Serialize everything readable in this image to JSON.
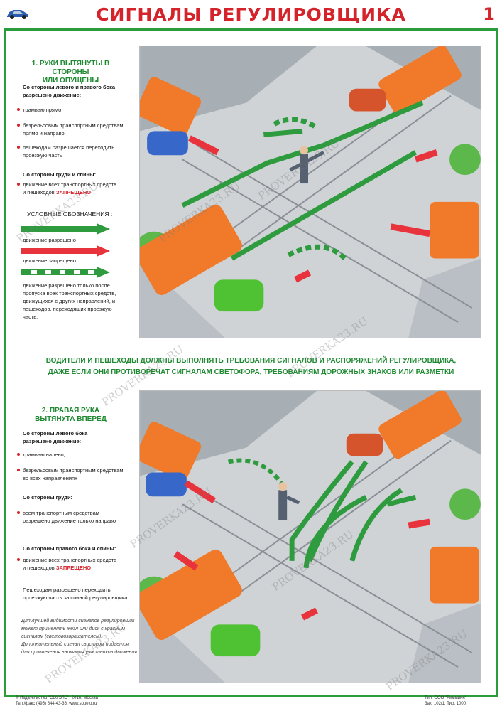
{
  "header": {
    "title": "СИГНАЛЫ РЕГУЛИРОВЩИКА",
    "page_number": "1"
  },
  "section1": {
    "title_line1": "1. РУКИ ВЫТЯНУТЫ В СТОРОНЫ",
    "title_line2": "ИЛИ ОПУЩЕНЫ",
    "side_heading_line1": "Со стороны левого и правого бока",
    "side_heading_line2": "разрешено движение:",
    "side_items": [
      "трамваю прямо;",
      "безрельсовым транспортным средствам",
      "прямо и направо;",
      "пешеходам разрешается переходить",
      "проезжую часть"
    ],
    "chest_heading": "Со стороны груди и спины:",
    "chest_item_line1": "движение всех транспортных средств",
    "chest_item_line2_prefix": "и пешеходов",
    "chest_item_forbidden": "ЗАПРЕЩЕНО"
  },
  "legend": {
    "title": "УСЛОВНЫЕ ОБОЗНАЧЕНИЯ :",
    "allowed": "движение разрешено",
    "forbidden": "движение запрещено",
    "conditional_lines": [
      "движение разрешено только после",
      "пропуска всех транспортных средств,",
      "движущихся с других направлений, и",
      "пешеходов, переходящих проезжую",
      "часть."
    ],
    "colors": {
      "allowed": "#2e9c3e",
      "forbidden": "#e8333d"
    }
  },
  "middle_text": {
    "line1": "ВОДИТЕЛИ И ПЕШЕХОДЫ ДОЛЖНЫ ВЫПОЛНЯТЬ ТРЕБОВАНИЯ СИГНАЛОВ И РАСПОРЯЖЕНИЙ РЕГУЛИРОВЩИКА,",
    "line2": "ДАЖЕ ЕСЛИ ОНИ ПРОТИВОРЕЧАТ СИГНАЛАМ СВЕТОФОРА, ТРЕБОВАНИЯМ ДОРОЖНЫХ ЗНАКОВ ИЛИ РАЗМЕТКИ"
  },
  "section2": {
    "title_line1": "2. ПРАВАЯ РУКА",
    "title_line2": "ВЫТЯНУТА ВПЕРЕД",
    "left_heading_line1": "Со стороны левого бока",
    "left_heading_line2": "разрешено движение:",
    "left_items": [
      "трамваю налево;",
      "безрельсовым транспортным средствам",
      "во всех направлениях"
    ],
    "chest_heading": "Со стороны груди:",
    "chest_item_line1": "всем транспортным средствам",
    "chest_item_line2": "разрешено движение только направо",
    "right_heading": "Со стороны правого бока и спины:",
    "right_item_line1": "движение всех транспортных средств",
    "right_item_line2_prefix": "и пешеходов",
    "right_item_forbidden": "ЗАПРЕЩЕНО",
    "pedestrian_lines": [
      "Пешеходам разрешено переходить",
      "проезжую часть за спиной регулировщика"
    ],
    "note_lines": [
      "Для лучшей видимости сигналов регулировщик",
      "может применять жезл или диск с красным",
      "сигналом (световозвращателем).",
      "Дополнительный сигнал свистком подается",
      "для привлечения внимания участников движения"
    ]
  },
  "footer": {
    "left_line1": "© Издательство \"СОУЭЛО\", 2016. Москва",
    "left_line2": "Тел./факс (495) 644-43-36, www.souelo.ru",
    "right_line1": "Тип. ООО \"Римминн\"",
    "right_line2": "Зак. 102/1. Тир. 1000"
  },
  "watermark": "PROVERKA23.RU"
}
